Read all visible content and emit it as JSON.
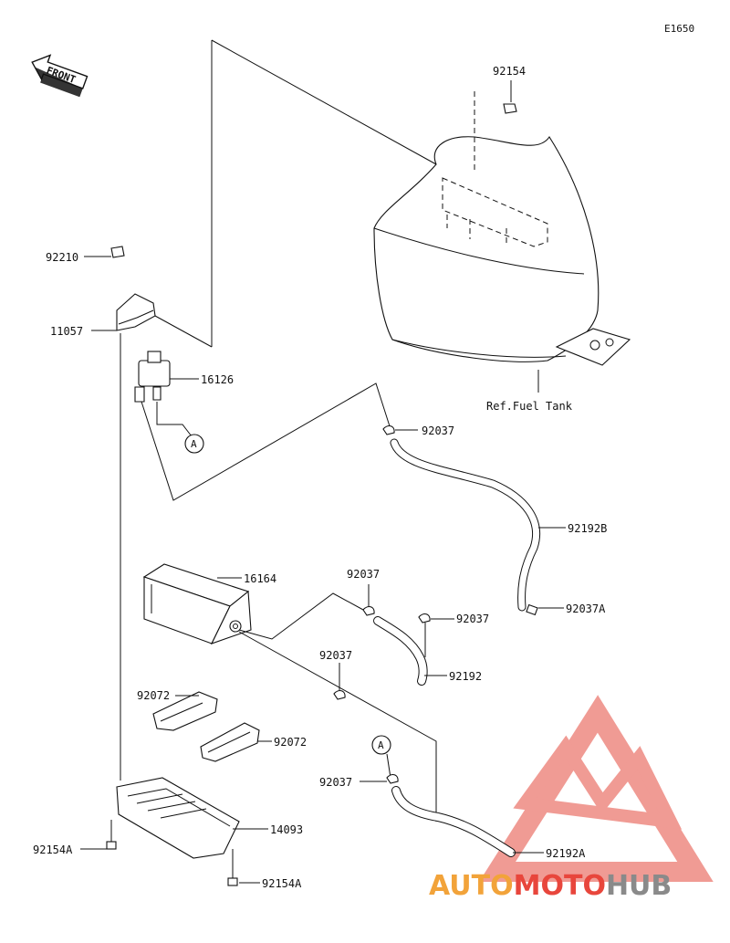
{
  "diagram_code": "E1650",
  "front_label": "FRONT",
  "fuel_tank_ref": "Ref.Fuel Tank",
  "callout_letter": "A",
  "parts": {
    "p92154_top": "92154",
    "p92210": "92210",
    "p11057": "11057",
    "p16126": "16126",
    "p92037_a": "92037",
    "p92192B": "92192B",
    "p16164": "16164",
    "p92037_b": "92037",
    "p92037_c": "92037",
    "p92037A": "92037A",
    "p92192": "92192",
    "p92037_d": "92037",
    "p92072_a": "92072",
    "p92072_b": "92072",
    "p92037_e": "92037",
    "p14093": "14093",
    "p92192A": "92192A",
    "p92154A_left": "92154A",
    "p92154A_right": "92154A"
  },
  "watermark": {
    "part1": "AUTO",
    "part2": "MOTO",
    "part3": "HUB",
    "color_triangle": "#ee8a82",
    "color_text_orange": "#f2a33a",
    "color_text_red": "#e8463c",
    "color_text_gray": "#8a8a8a"
  }
}
